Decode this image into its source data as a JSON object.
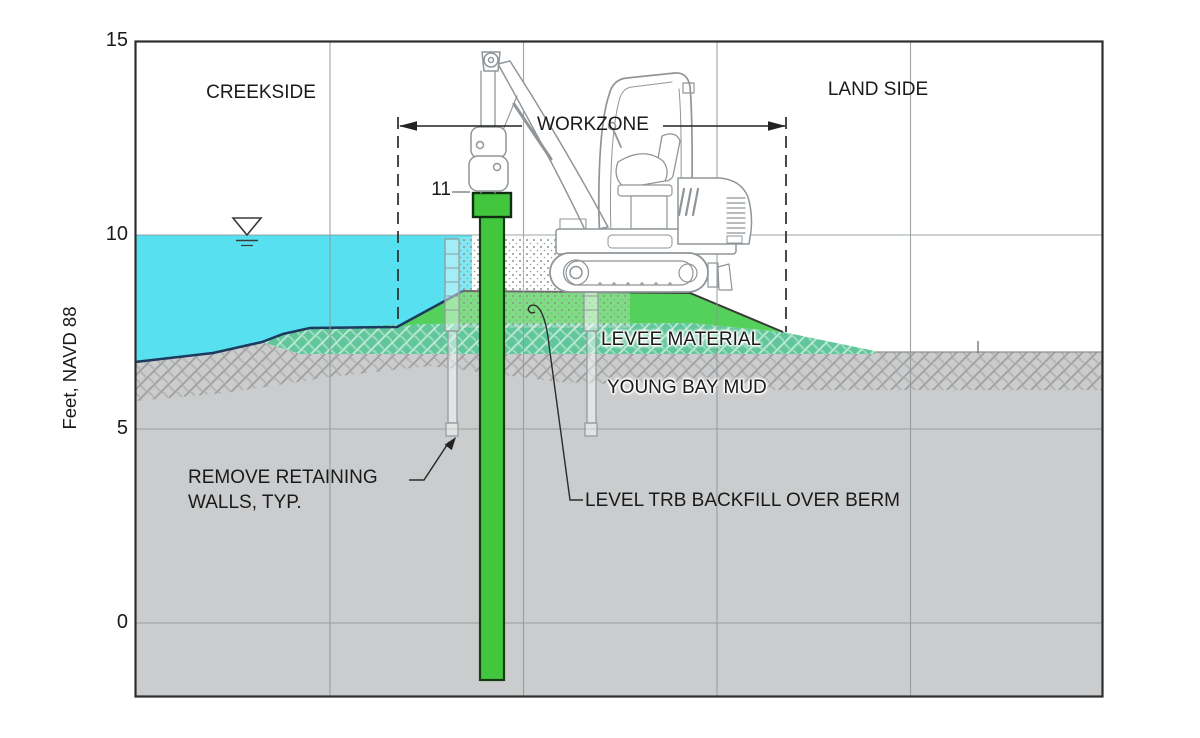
{
  "figure": {
    "side_labels": {
      "creekside": "CREEKSIDE",
      "land_side": "LAND SIDE"
    },
    "workzone": {
      "label": "WORKZONE"
    },
    "layer_labels": {
      "levee_material": "LEVEE MATERIAL",
      "young_bay_mud": "YOUNG BAY MUD"
    },
    "annotations": {
      "remove_walls_line1": "REMOVE RETAINING",
      "remove_walls_line2": "WALLS, TYP.",
      "trb_backfill": "LEVEL TRB BACKFILL OVER BERM",
      "pile_top_elevation": "11"
    },
    "y_axis": {
      "title": "Feet, NAVD 88",
      "ticks": [
        "15",
        "10",
        "5",
        "0"
      ]
    },
    "colors": {
      "water": "#57E0EF",
      "berm_green": "#53D15A",
      "levee_teal": "#61C79B",
      "pile_green": "#41C63E",
      "mud_gray": "#CBCCCD"
    }
  }
}
